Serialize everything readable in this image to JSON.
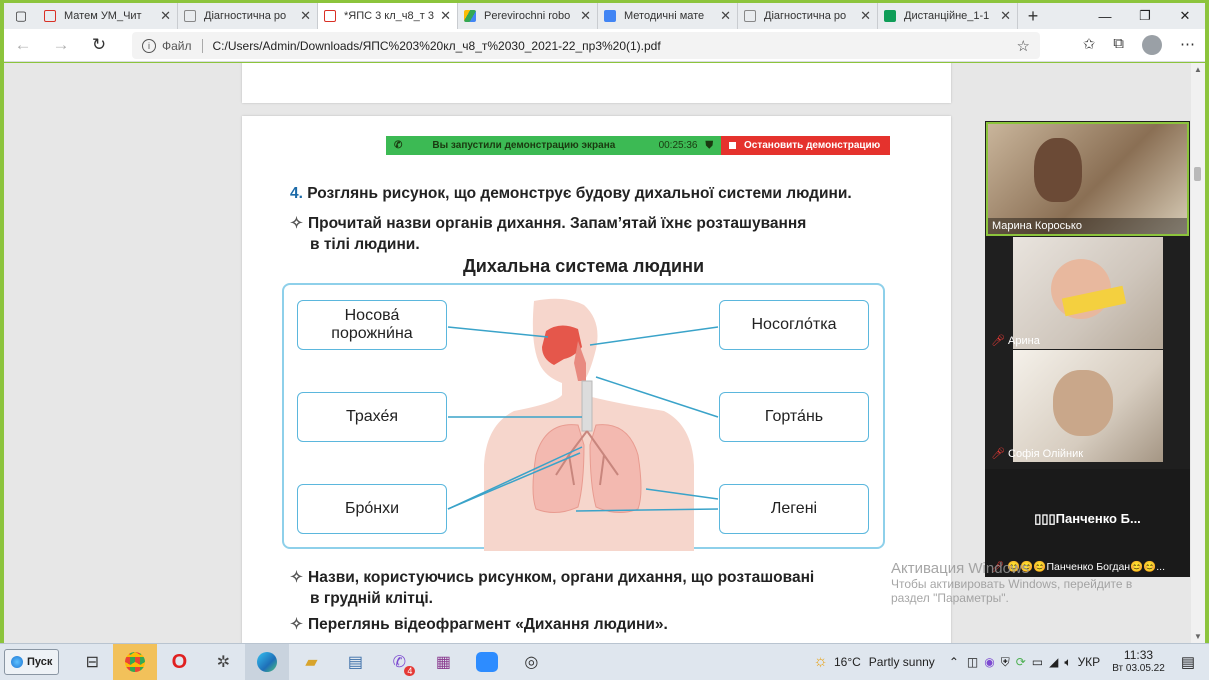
{
  "browser": {
    "tabs": [
      {
        "title": "Матем УМ_Чит",
        "color": "#d93025",
        "active": false
      },
      {
        "title": "Діагностична ро",
        "color": "#9e9e9e",
        "active": false
      },
      {
        "title": "*ЯПС 3 кл_ч8_т 3",
        "color": "#d93025",
        "active": true
      },
      {
        "title": "Perevirochni robo",
        "color": "#fbbc05",
        "active": false
      },
      {
        "title": "Методичні мате",
        "color": "#4285f4",
        "active": false
      },
      {
        "title": "Діагностична ро",
        "color": "#9e9e9e",
        "active": false
      },
      {
        "title": "Дистанційне_1-1",
        "color": "#0f9d58",
        "active": false
      }
    ],
    "address": {
      "scheme": "Файл",
      "url": "C:/Users/Admin/Downloads/ЯПС%203%20кл_ч8_т%2030_2021-22_пр3%20(1).pdf"
    }
  },
  "sharebar": {
    "status": "Вы запустили демонстрацию экрана",
    "time": "00:25:36",
    "stop": "Остановить демонстрацию"
  },
  "page": {
    "task1_num": "4.",
    "task1": "Розглянь рисунок, що демонструє будову дихальної системи людини.",
    "task2_a": "Прочитай назви органів дихання. Запам’ятай їхнє розташування",
    "task2_b": "в тілі людини.",
    "diagram_title": "Дихальна система людини",
    "organs": {
      "nasal_a": "Носова́",
      "nasal_b": "порожни́на",
      "trachea": "Трахе́я",
      "bronchi": "Бро́нхи",
      "nasopharynx": "Носогло́тка",
      "larynx": "Горта́нь",
      "lungs": "Легені"
    },
    "task3_a": "Назви, користуючись рисунком, органи дихання, що розташовані",
    "task3_b": "в грудній клітці.",
    "task4": "Переглянь відеофрагмент «Дихання людини»."
  },
  "video": {
    "p1": "Марина Коросько",
    "p2": "Арина",
    "p3": "Софія Олійник",
    "p4_big": "▯▯▯Панченко Б...",
    "p4_name": "😊😊😊Панченко Богдан😊😊..."
  },
  "watermark": {
    "title": "Активация Windows",
    "line1": "Чтобы активировать Windows, перейдите в",
    "line2": "раздел \"Параметры\"."
  },
  "taskbar": {
    "start": "Пуск",
    "weather_temp": "16°C",
    "weather_text": "Partly sunny",
    "lang": "УКР",
    "time": "11:33",
    "date": "Вт 03.05.22",
    "viber_badge": "4"
  }
}
